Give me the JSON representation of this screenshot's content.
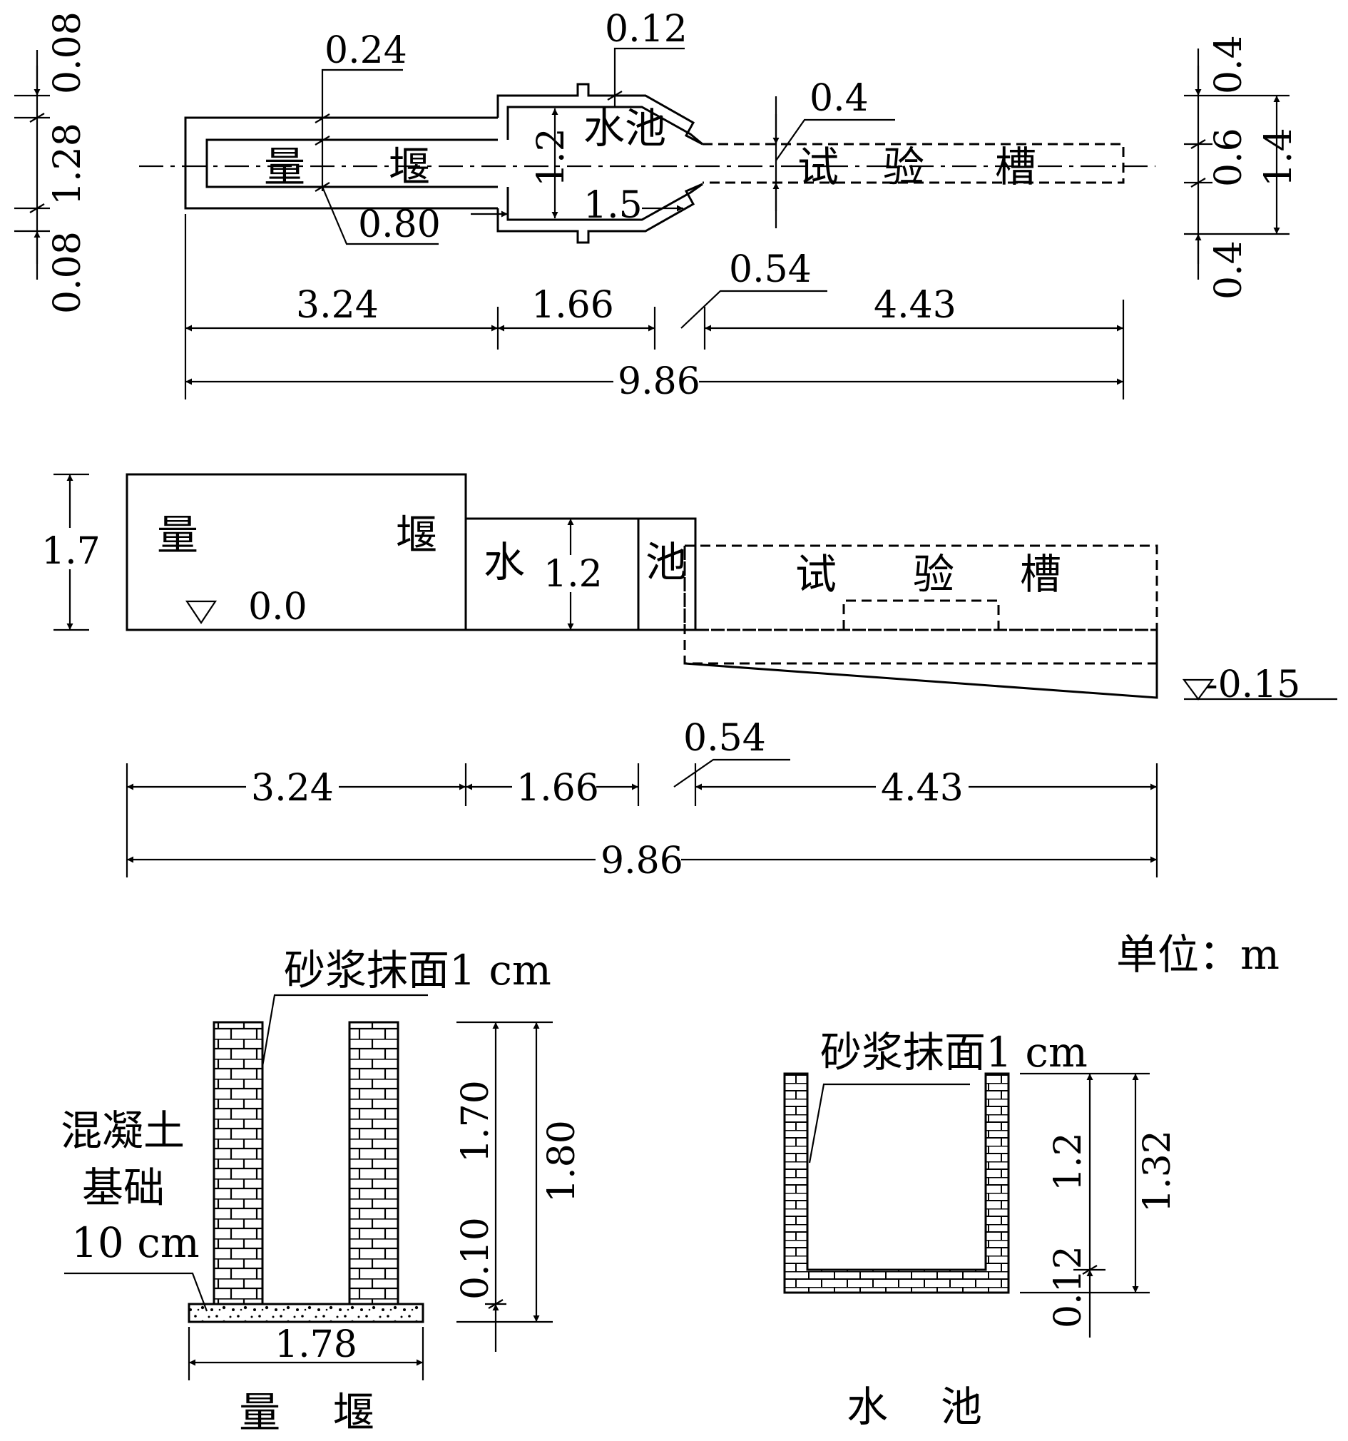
{
  "plan": {
    "labels": {
      "weir_a": "量",
      "weir_b": "堰",
      "pool": "水池",
      "trough_a": "试",
      "trough_b": "验",
      "trough_c": "槽"
    },
    "dims": {
      "wall_top": "0.24",
      "wall_pool": "0.12",
      "inlet": "0.4",
      "pool_width": "1.2",
      "pool_label": "1.5",
      "weir_bottom": "0.80",
      "left_top": "0.08",
      "left_mid": "1.28",
      "left_bottom": "0.08",
      "right_top": "0.4",
      "right_mid": "0.6",
      "right_bottom": "0.4",
      "right_total": "1.4",
      "seg1": "3.24",
      "seg2": "1.66",
      "seg3": "0.54",
      "seg4": "4.43",
      "total": "9.86"
    }
  },
  "elevation": {
    "labels": {
      "weir_a": "量",
      "weir_b": "堰",
      "pool_a": "水",
      "pool_b": "池",
      "trough_a": "试",
      "trough_b": "验",
      "trough_c": "槽"
    },
    "dims": {
      "height": "1.7",
      "pool_height": "1.2",
      "level_zero": "0.0",
      "level_low": "-0.15",
      "seg1": "3.24",
      "seg2": "1.66",
      "seg3": "0.54",
      "seg4": "4.43",
      "total": "9.86"
    }
  },
  "unit_note": "单位：m",
  "weir_section": {
    "mortar": "砂浆抹面1 cm",
    "foundation_1": "混凝土",
    "foundation_2": "基础",
    "foundation_3": "10 cm",
    "h1": "1.70",
    "h2": "0.10",
    "h_total": "1.80",
    "width": "1.78",
    "caption": "量    堰"
  },
  "pool_section": {
    "mortar": "砂浆抹面1 cm",
    "h1": "1.2",
    "h2": "0.12",
    "h_total": "1.32",
    "caption": "水    池"
  }
}
